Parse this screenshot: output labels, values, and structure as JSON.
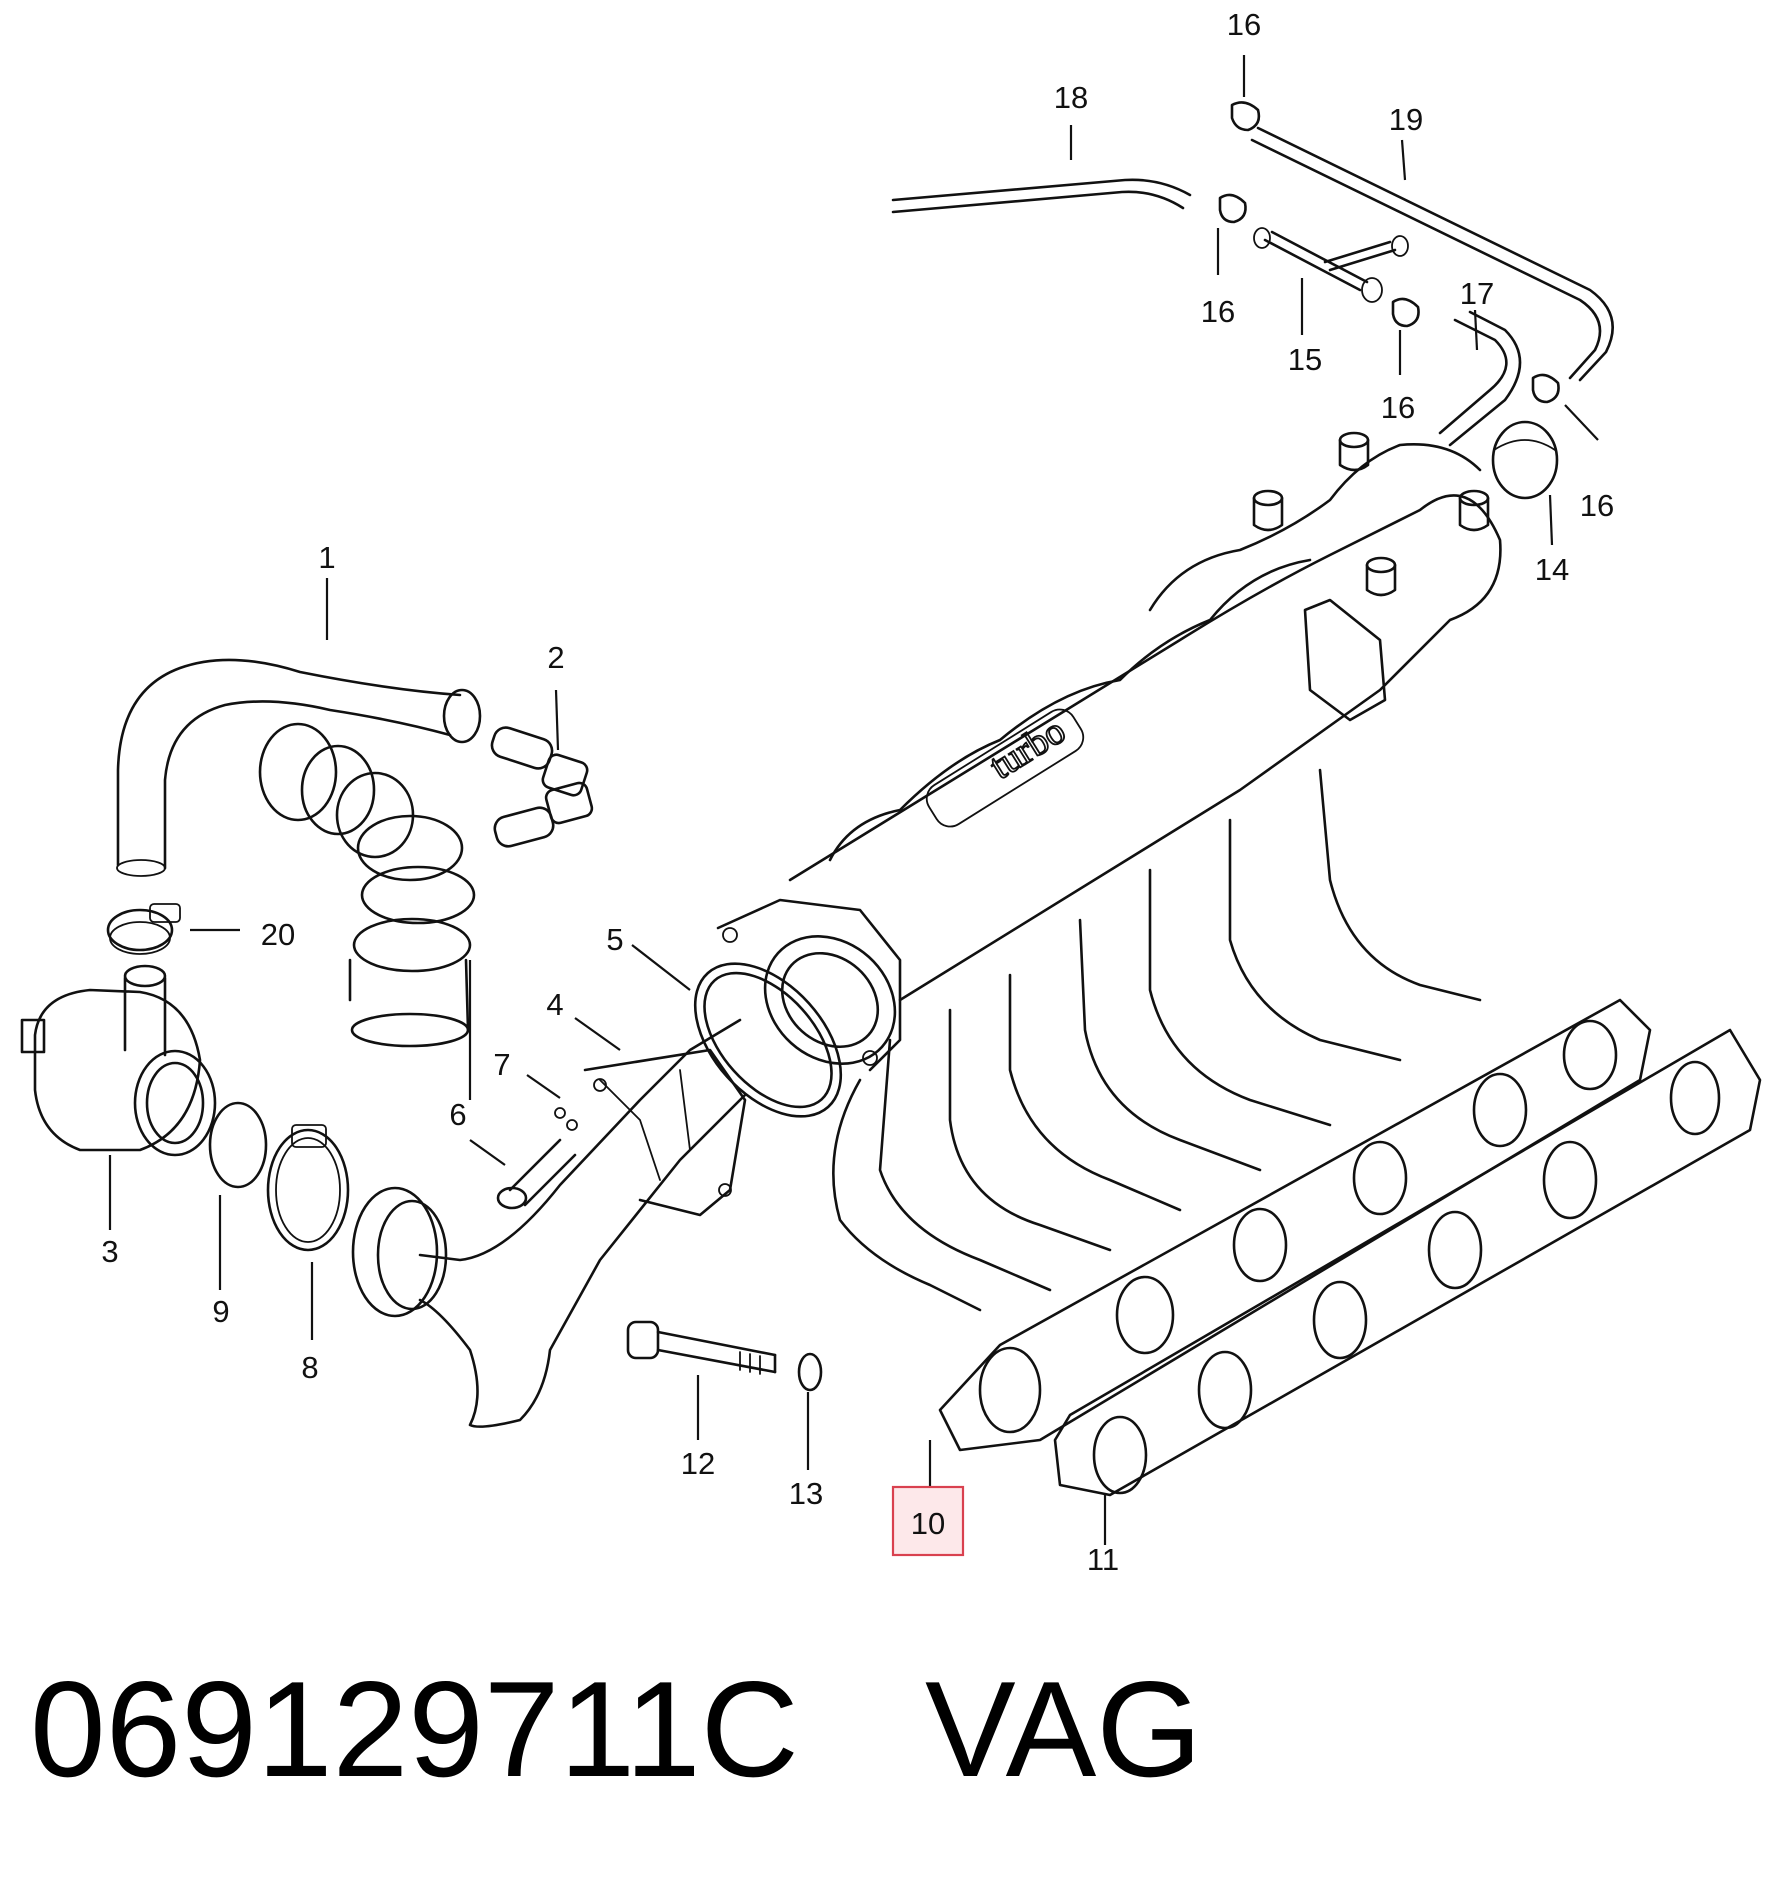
{
  "callouts": {
    "c1": "1",
    "c2": "2",
    "c3": "3",
    "c4": "4",
    "c5": "5",
    "c6": "6",
    "c7": "7",
    "c8": "8",
    "c9": "9",
    "c10": "10",
    "c11": "11",
    "c12": "12",
    "c13": "13",
    "c14": "14",
    "c15": "15",
    "c16a": "16",
    "c16b": "16",
    "c16c": "16",
    "c16d": "16",
    "c17": "17",
    "c18": "18",
    "c19": "19",
    "c20": "20"
  },
  "highlight": {
    "label": "10",
    "color": "#d9414f"
  },
  "footer": {
    "part_number": "069129711C",
    "brand": "VAG"
  }
}
